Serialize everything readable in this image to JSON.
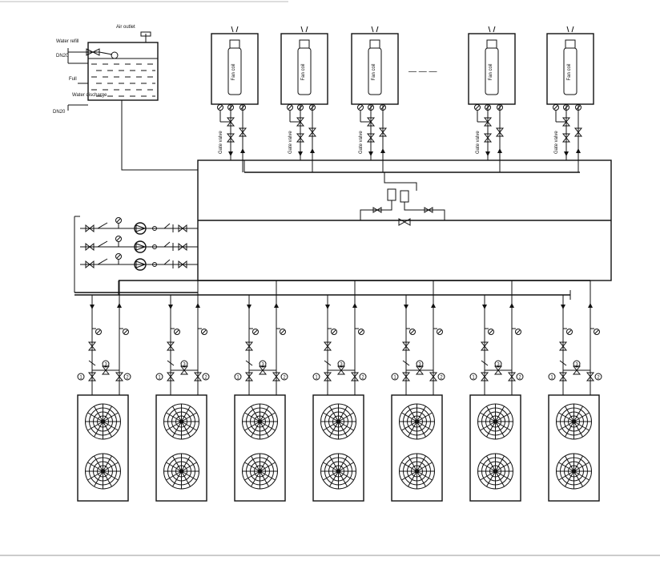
{
  "tank": {
    "air_outlet": "Air outlet",
    "water_refill": "Water refill",
    "dn20_top": "DN20",
    "full": "Full",
    "water_discharge": "Water discharge",
    "dn20_bottom": "DN20"
  },
  "fan_coils": [
    {
      "label": "Fan coil",
      "valve_label": "Gate valve"
    },
    {
      "label": "Fan coil",
      "valve_label": "Gate valve"
    },
    {
      "label": "Fan coil",
      "valve_label": "Gate valve"
    },
    {
      "label": "Fan coil",
      "valve_label": "Gate valve"
    },
    {
      "label": "Fan coil",
      "valve_label": "Gate valve"
    }
  ],
  "fan_coil_ellipsis": "— — —",
  "units": {
    "count": 7,
    "markers": [
      "1",
      "2",
      "3"
    ]
  },
  "pumps": {
    "count": 3
  },
  "colors": {
    "line": "#111111",
    "background": "#ffffff"
  }
}
